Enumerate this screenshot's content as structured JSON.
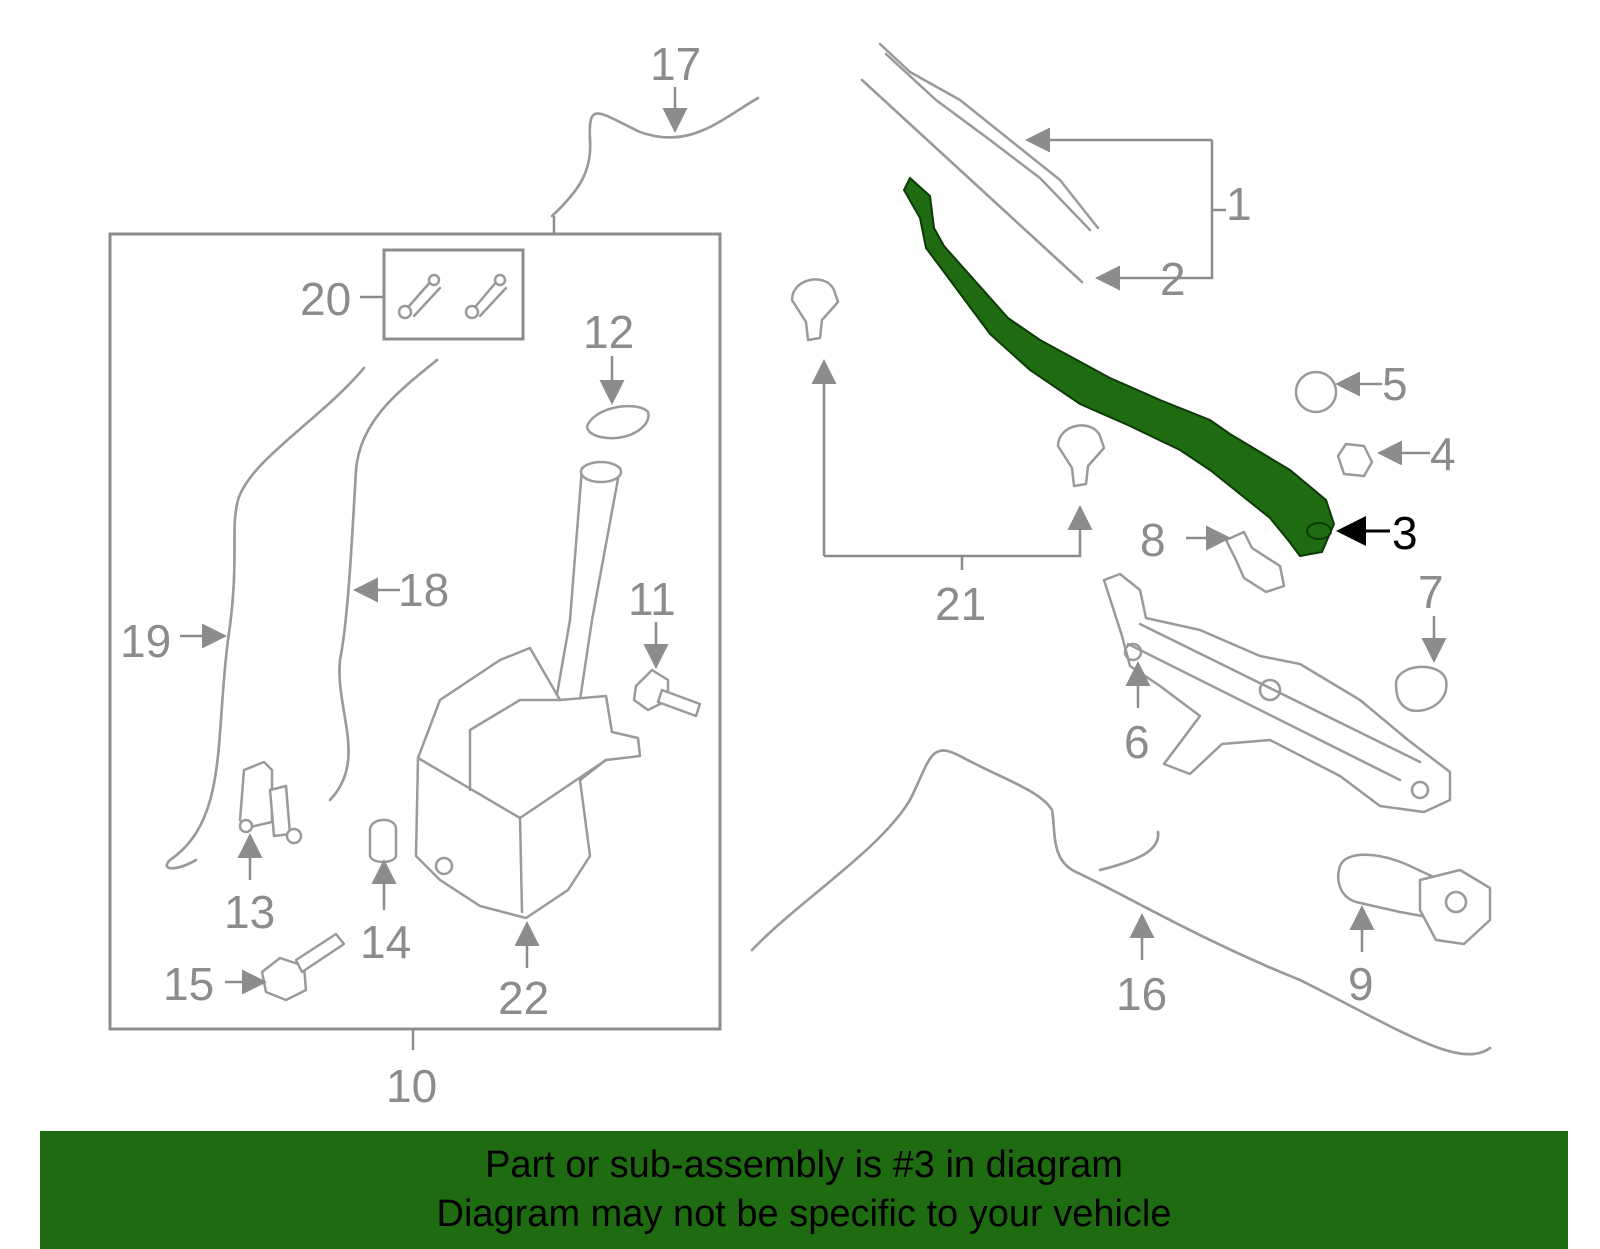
{
  "diagram": {
    "highlight_color": "#1f6b12",
    "highlighted_part": "3",
    "callouts": {
      "c1": "1",
      "c2": "2",
      "c3": "3",
      "c4": "4",
      "c5": "5",
      "c6": "6",
      "c7": "7",
      "c8": "8",
      "c9": "9",
      "c10": "10",
      "c11": "11",
      "c12": "12",
      "c13": "13",
      "c14": "14",
      "c15": "15",
      "c16": "16",
      "c17": "17",
      "c18": "18",
      "c19": "19",
      "c20": "20",
      "c21": "21",
      "c22": "22"
    }
  },
  "banner": {
    "line1": "Part or sub-assembly is #3 in diagram",
    "line2": "Diagram may not be specific to your vehicle"
  }
}
